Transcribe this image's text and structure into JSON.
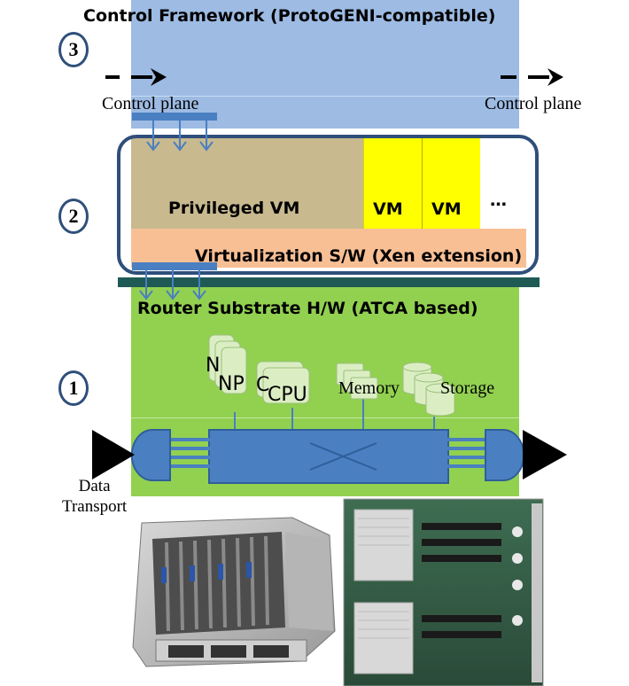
{
  "layers": {
    "control": {
      "title": "Control Framework (ProtoGENI-compatible)",
      "left_label": "Control plane",
      "right_label": "Control plane",
      "step": "3"
    },
    "virtualization": {
      "privileged_vm": "Privileged VM",
      "vm_1": "VM",
      "vm_2": "VM",
      "ellipsis": "…",
      "software": "Virtualization S/W (Xen extension)",
      "step": "2"
    },
    "substrate": {
      "title": "Router Substrate H/W (ATCA based)",
      "np_label": "NP",
      "np_behind_1": "N",
      "np_behind_2": "C",
      "cpu_label": "CPU",
      "memory_label": "Memory",
      "storage_label": "Storage",
      "data_transport": "Data\nTransport",
      "step": "1"
    }
  },
  "colors": {
    "control": "#9dbbe3",
    "privileged_vm": "#c8b98f",
    "vm": "#ffff00",
    "virtualization_sw": "#f8bf95",
    "substrate": "#92d050",
    "component": "#dbeec3",
    "bus": "#4a7fc1",
    "frame": "#2f4f7a"
  }
}
